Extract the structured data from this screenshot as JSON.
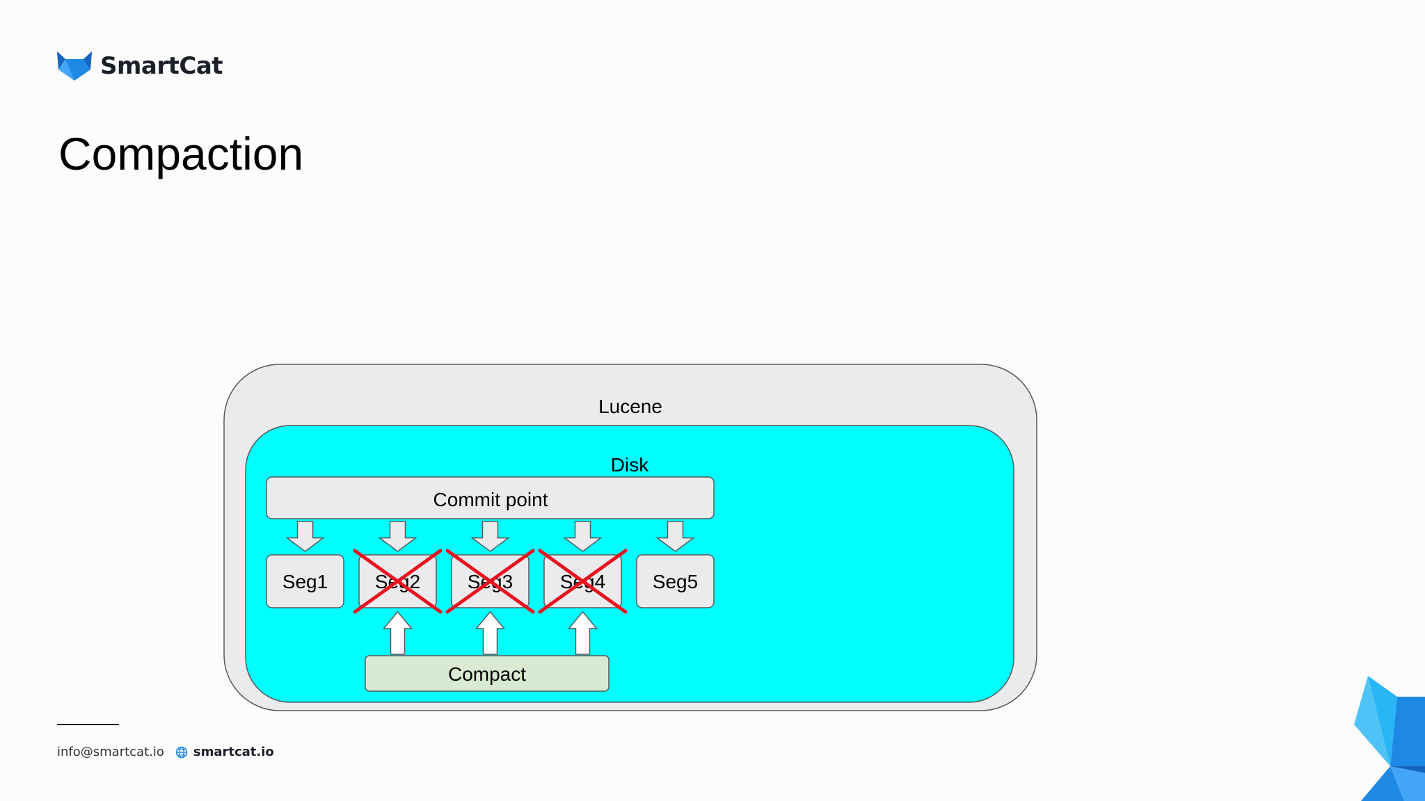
{
  "brand": {
    "name": "SmartCat",
    "accent": "#1e88e5"
  },
  "slide": {
    "title": "Compaction"
  },
  "diagram": {
    "outer_label": "Lucene",
    "inner_label": "Disk",
    "commit_label": "Commit point",
    "compact_label": "Compact",
    "segments": [
      {
        "label": "Seg1",
        "crossed": false
      },
      {
        "label": "Seg2",
        "crossed": true
      },
      {
        "label": "Seg3",
        "crossed": true
      },
      {
        "label": "Seg4",
        "crossed": true
      },
      {
        "label": "Seg5",
        "crossed": false
      }
    ],
    "colors": {
      "outer_fill": "#ebebed",
      "disk_fill": "#00ffff",
      "box_fill": "#ebebed",
      "compact_fill": "#d9ead3",
      "cross": "#e8131f",
      "stroke": "#595959"
    }
  },
  "footer": {
    "email": "info@smartcat.io",
    "site": "smartcat.io"
  }
}
